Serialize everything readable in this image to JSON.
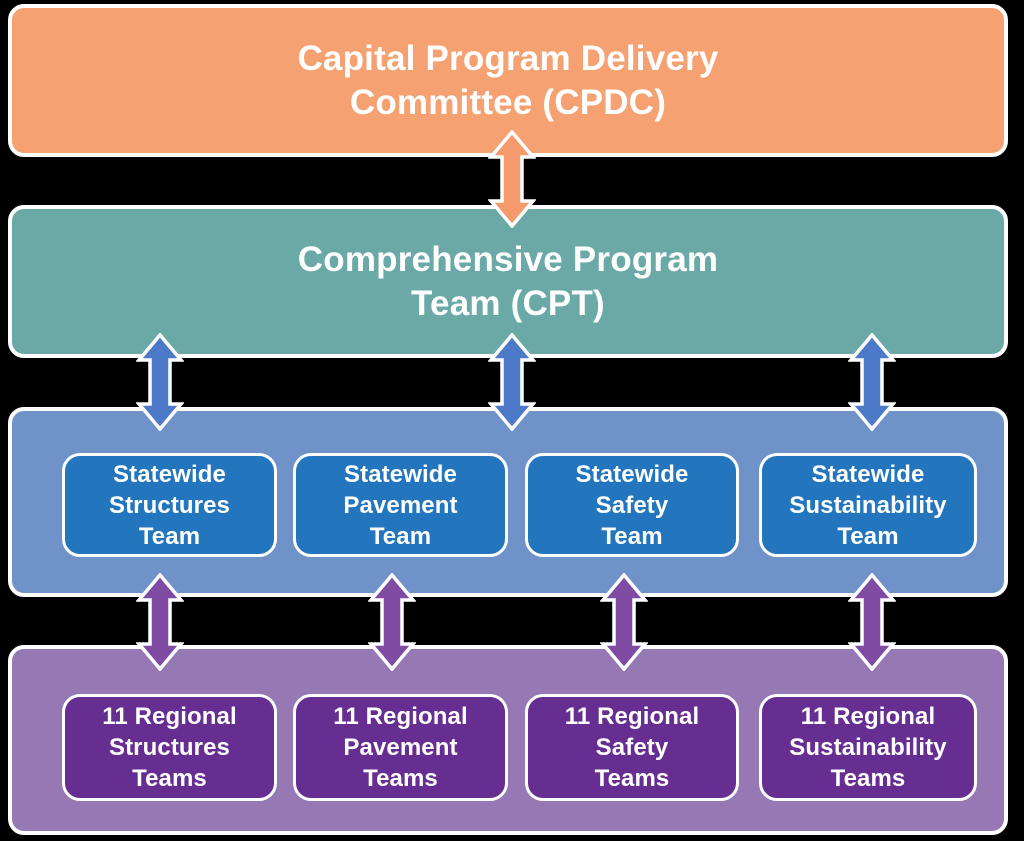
{
  "palette": {
    "background": "#000000",
    "outline": "#FFFFFF",
    "text": "#FFFFFF",
    "cpdc_fill": "#F5A172",
    "cpt_fill": "#6BA9A7",
    "statewide_band_fill": "#6F93C9",
    "statewide_box_fill": "#2376BD",
    "regional_band_fill": "#9678B5",
    "regional_box_fill": "#662E90",
    "arrow_orange": "#F49A6C",
    "arrow_blue": "#4C7AC8",
    "arrow_purple": "#7F4BA3"
  },
  "levels": {
    "cpdc": {
      "label": "Capital Program Delivery\nCommittee (CPDC)"
    },
    "cpt": {
      "label": "Comprehensive Program\nTeam (CPT)"
    },
    "statewide": {
      "boxes": [
        {
          "label": "Statewide\nStructures\nTeam"
        },
        {
          "label": "Statewide\nPavement\nTeam"
        },
        {
          "label": "Statewide\nSafety\nTeam"
        },
        {
          "label": "Statewide\nSustainability\nTeam"
        }
      ]
    },
    "regional": {
      "boxes": [
        {
          "label": "11 Regional\nStructures\nTeams"
        },
        {
          "label": "11 Regional\nPavement\nTeams"
        },
        {
          "label": "11 Regional\nSafety\nTeams"
        },
        {
          "label": "11 Regional\nSustainability\nTeams"
        }
      ]
    }
  },
  "connectors": {
    "cpdc_cpt": {
      "type": "bidirectional-arrow",
      "color": "#F49A6C",
      "count": 1
    },
    "cpt_statewide": {
      "type": "bidirectional-arrow",
      "color": "#4C7AC8",
      "count": 3
    },
    "statewide_regional": {
      "type": "bidirectional-arrow",
      "color": "#7F4BA3",
      "count": 4
    }
  }
}
